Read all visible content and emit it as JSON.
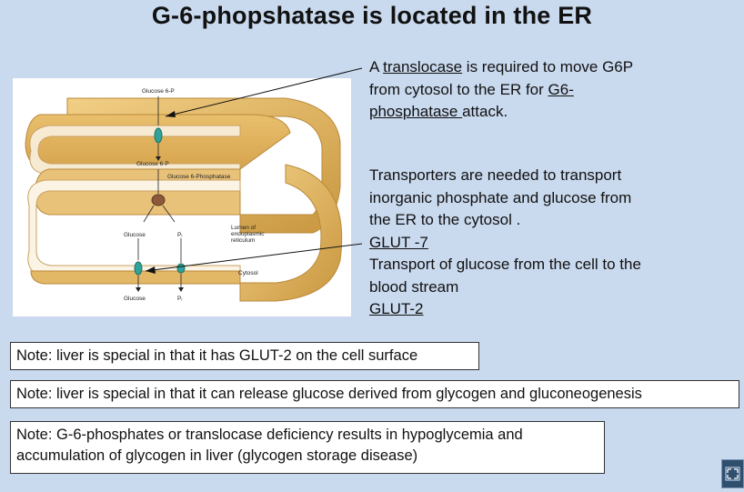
{
  "title": "G-6-phopshatase is located in the ER",
  "figure": {
    "labels": {
      "g6p_top": "Glucose 6-P",
      "g6p_mid": "Glucose 6-P",
      "phosphatase": "Glucose 6-Phosphatase",
      "glucose_inner": "Glucose",
      "pi_inner": "Pᵢ",
      "lumen_1": "Lumen of",
      "lumen_2": "endoplasmic",
      "lumen_3": "reticulum",
      "cytosol": "Cytosol",
      "glucose_outer": "Glucose",
      "pi_outer": "Pᵢ"
    }
  },
  "callout1": {
    "line1_pre": "A ",
    "line1_u": "translocase",
    "line1_post": "  is required to move G6P",
    "line2_pre": "from cytosol to the ER for ",
    "line2_u": "G6-",
    "line3_u": "phosphatase ",
    "line3_post": "attack."
  },
  "callout2": {
    "line1": "Transporters are needed to transport",
    "line2": "inorganic phosphate and glucose from",
    "line3": "the ER to the cytosol .",
    "line4_u": "GLUT -7",
    "line5": "Transport of glucose  from the cell to the",
    "line6": "blood stream",
    "line7_u": "GLUT-2"
  },
  "notes": {
    "note1": "Note: liver is special in that it has GLUT-2 on the cell surface",
    "note2": "Note: liver is special in that it can release glucose derived from glycogen and gluconeogenesis",
    "note3_line1": "Note: G-6-phosphates or translocase deficiency results in hypoglycemia and",
    "note3_line2": "accumulation of glycogen in liver (glycogen storage disease)"
  },
  "icons": {
    "expand": "expand-icon"
  },
  "colors": {
    "background": "#c9d9ee",
    "membrane": "#e2b766",
    "lumen": "#f7ead2",
    "transporter": "#2fa39a",
    "enzyme": "#8a5a3a"
  }
}
